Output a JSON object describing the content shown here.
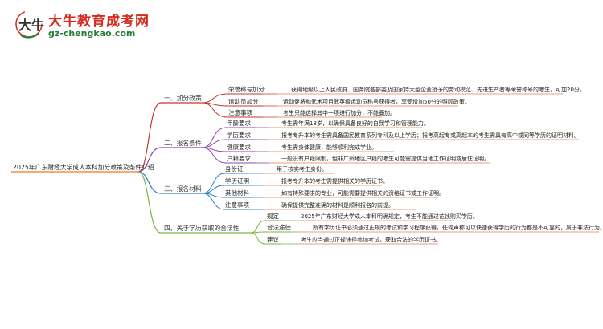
{
  "header": {
    "logo_char": "大牛",
    "site_name": "大牛教育成考网",
    "site_url": "gz-chengkao.com"
  },
  "mindmap": {
    "root": "2025年广东财经大学成人本科加分政策及条件介绍",
    "branches": [
      {
        "label": "一、加分政策",
        "color": "#c0392b",
        "children": [
          {
            "label": "荣誉称号加分",
            "detail": "获得地级以上人民政府、国务院各部委及国家特大型企业授予的劳动模范、先进生产者等荣誉称号的考生，可加20分。"
          },
          {
            "label": "运动员加分",
            "detail": "运动健将和武术项目武英级运动员称号获得者，享受增加50分的照顾政策。"
          },
          {
            "label": "注意事项",
            "detail": "考生只能选择其中一项进行加分，不能叠加。"
          }
        ]
      },
      {
        "label": "二、报名条件",
        "color": "#8e44ad",
        "children": [
          {
            "label": "年龄要求",
            "detail": "考生需年满18岁，以确保具备良好的自我学习和管理能力。"
          },
          {
            "label": "学历要求",
            "detail": "报考专升本的考生需具备国民教育系列专科及以上学历；报考高起专或高起本的考生需具有高中或同等学历的证明材料。"
          },
          {
            "label": "健康要求",
            "detail": "考生需身体健康，能够顺利完成学业。"
          },
          {
            "label": "户籍要求",
            "detail": "一般没有户籍限制，但非广州地区户籍的考生可能需提供当地工作证明或居住证明。"
          }
        ]
      },
      {
        "label": "三、报名材料",
        "color": "#2980b9",
        "children": [
          {
            "label": "身份证",
            "detail": "用于核实考生身份。"
          },
          {
            "label": "学历证明",
            "detail": "报考专升本的考生需提供相关的学历证书。"
          },
          {
            "label": "其他材料",
            "detail": "如有特殊要求的专业，可能需要提供相关的资格证书或工作证明。"
          },
          {
            "label": "注意事项",
            "detail": "确保提供完整准确的材料是顺利报名的前提。"
          }
        ]
      },
      {
        "label": "四、关于学历获取的合法性",
        "color": "#7cb342",
        "children": [
          {
            "label": "规定",
            "detail": "2025年广东财经大学成人本科明确规定，考生不能通过花钱购买学历。"
          },
          {
            "label": "合法途径",
            "detail": "所有学历证书必须通过正规的考试和学习程序获得，任何声称可以快速获得学历的行为都是不可靠的，属于非法行为。"
          },
          {
            "label": "建议",
            "detail": "考生应当通过正规途径参加考试，获取合法的学历证书。"
          }
        ]
      }
    ]
  }
}
